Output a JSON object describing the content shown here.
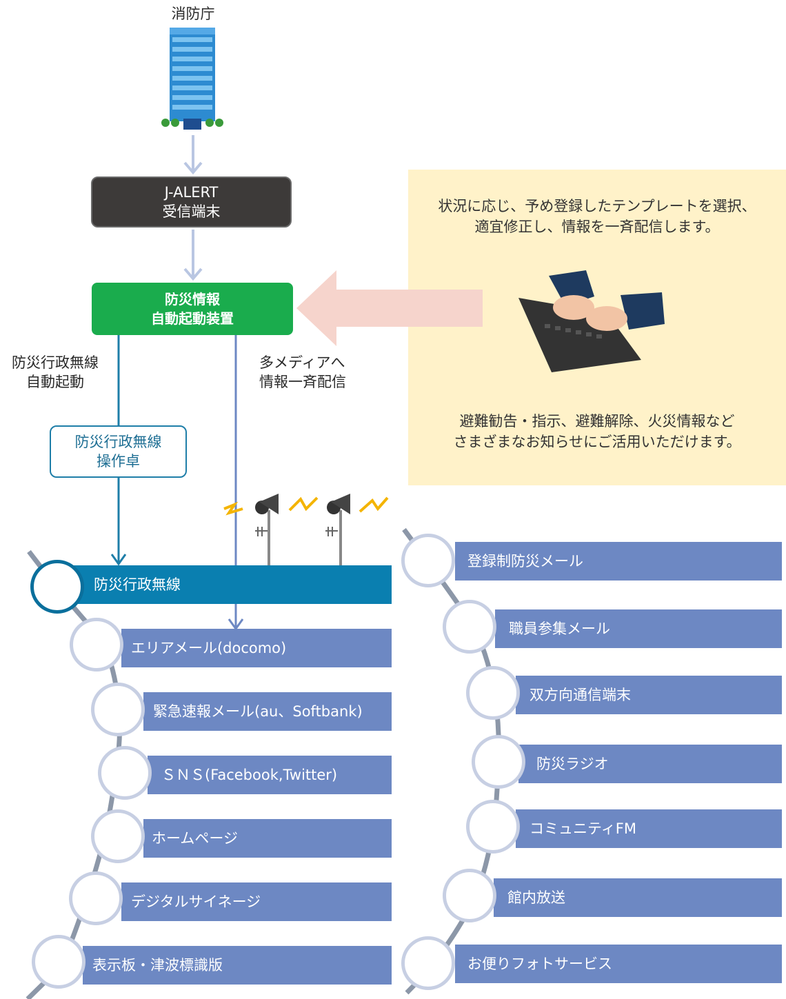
{
  "source": {
    "label": "消防庁"
  },
  "jalert": {
    "line1": "J-ALERT",
    "line2": "受信端末"
  },
  "device": {
    "line1": "防災情報",
    "line2": "自動起動装置"
  },
  "left_branch": {
    "line1": "防災行政無線",
    "line2": "自動起動"
  },
  "right_branch": {
    "line1": "多メディアへ",
    "line2": "情報一斉配信"
  },
  "console": {
    "line1": "防災行政無線",
    "line2": "操作卓"
  },
  "info_panel": {
    "top_line1": "状況に応じ、予め登録したテンプレートを選択、",
    "top_line2": "適宜修正し、情報を一斉配信します。",
    "bottom_line1": "避難勧告・指示、避難解除、火災情報など",
    "bottom_line2": "さまざまなお知らせにご活用いただけます。"
  },
  "left_media": [
    "防災行政無線",
    "エリアメール(docomo)",
    "緊急速報メール(au、Softbank)",
    "ＳＮＳ(Facebook,Twitter)",
    "ホームページ",
    "デジタルサイネージ",
    "表示板・津波標識版"
  ],
  "right_media": [
    "登録制防災メール",
    "職員参集メール",
    "双方向通信端末",
    "防災ラジオ",
    "コミュニティFM",
    "館内放送",
    "お便りフォトサービス"
  ],
  "colors": {
    "dark_box": "#3d3a39",
    "green_box": "#1aac4d",
    "primary_bar": "#0a7fb0",
    "media_bar": "#6d88c3",
    "panel": "#fff2c9",
    "arrow_pink": "#f6d4cc",
    "connector": "#b9c6e2"
  }
}
